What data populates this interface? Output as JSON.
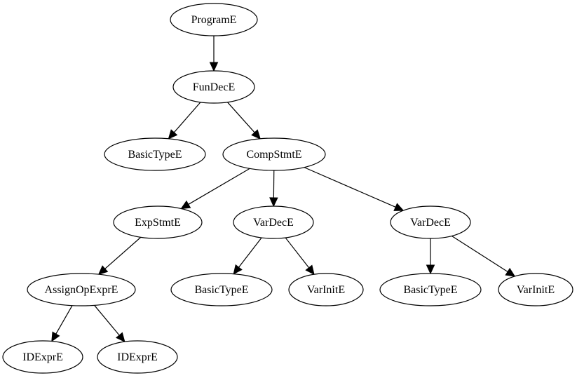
{
  "nodes": [
    {
      "id": "n0",
      "label": "ProgramE"
    },
    {
      "id": "n1",
      "label": "FunDecE"
    },
    {
      "id": "n2",
      "label": "BasicTypeE"
    },
    {
      "id": "n3",
      "label": "CompStmtE"
    },
    {
      "id": "n4",
      "label": "ExpStmtE"
    },
    {
      "id": "n5",
      "label": "VarDecE"
    },
    {
      "id": "n6",
      "label": "VarDecE"
    },
    {
      "id": "n7",
      "label": "AssignOpExprE"
    },
    {
      "id": "n8",
      "label": "BasicTypeE"
    },
    {
      "id": "n9",
      "label": "VarInitE"
    },
    {
      "id": "n10",
      "label": "BasicTypeE"
    },
    {
      "id": "n11",
      "label": "VarInitE"
    },
    {
      "id": "n12",
      "label": "IDExprE"
    },
    {
      "id": "n13",
      "label": "IDExprE"
    }
  ],
  "edges": [
    {
      "from": "n0",
      "to": "n1"
    },
    {
      "from": "n1",
      "to": "n2"
    },
    {
      "from": "n1",
      "to": "n3"
    },
    {
      "from": "n3",
      "to": "n4"
    },
    {
      "from": "n3",
      "to": "n5"
    },
    {
      "from": "n3",
      "to": "n6"
    },
    {
      "from": "n4",
      "to": "n7"
    },
    {
      "from": "n5",
      "to": "n8"
    },
    {
      "from": "n5",
      "to": "n9"
    },
    {
      "from": "n6",
      "to": "n10"
    },
    {
      "from": "n6",
      "to": "n11"
    },
    {
      "from": "n7",
      "to": "n12"
    },
    {
      "from": "n7",
      "to": "n13"
    }
  ]
}
